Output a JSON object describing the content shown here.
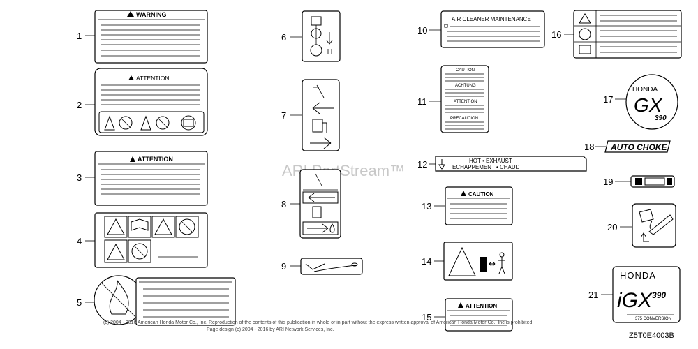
{
  "watermark": "ARI PartStream™",
  "copyright_line1": "(c) 2004 - 2016 American Honda Motor Co., Inc. Reproduction of the contents of this publication in whole or in part without the express written approval of American Honda Motor Co., Inc is prohibited.",
  "copyright_line2": "Page design (c) 2004 - 2016 by ARI Network Services, Inc.",
  "diagram_code": "Z5T0E4003B",
  "callouts": [
    "1",
    "2",
    "3",
    "4",
    "5",
    "6",
    "7",
    "8",
    "9",
    "10",
    "11",
    "12",
    "13",
    "14",
    "15",
    "16",
    "17",
    "18",
    "19",
    "20",
    "21"
  ],
  "labels": {
    "warning": "WARNING",
    "attention2": "ATTENTION",
    "attention3": "ATTENTION",
    "air_cleaner": "AIR CLEANER MAINTENANCE",
    "caution11": "CAUTION",
    "achtung": "ACHTUNG",
    "attention11": "ATTENTION",
    "precaucion": "PRECAUCION",
    "hot_exhaust": "HOT • EXHAUST",
    "echappement": "ECHAPPEMENT • CHAUD",
    "caution13": "CAUTION",
    "attention15": "ATTENTION",
    "honda17": "HONDA",
    "gx17": "GX",
    "num17": "390",
    "auto_choke": "AUTO CHOKE",
    "honda21": "HONDA",
    "igx21": "iGX",
    "num21": "390",
    "conversion": "375 CONVERSION"
  }
}
